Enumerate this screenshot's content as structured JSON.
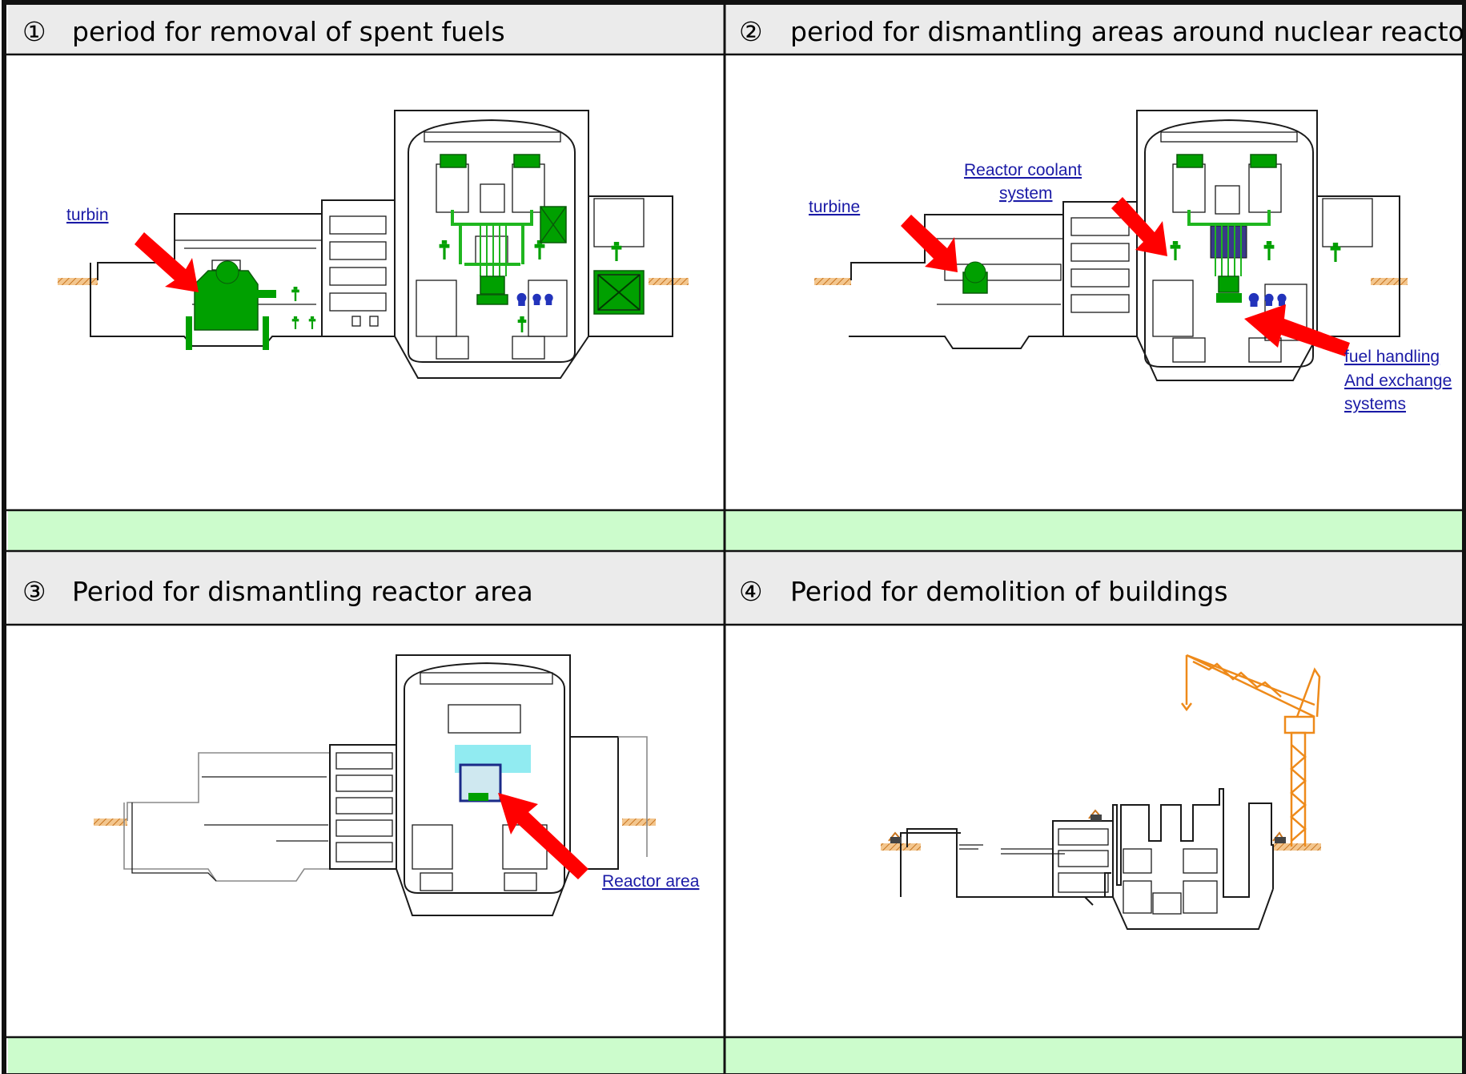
{
  "colors": {
    "green_band": "#ccfccc",
    "header_bg": "#ebebeb",
    "equipment_green": "#00a000",
    "arrow_red": "#ff0000",
    "link_blue": "#1a1aa6",
    "ground_hatch": "#d88a3c",
    "crane_orange": "#ee8a1a",
    "pool_cyan": "#7ee8ee"
  },
  "panels": [
    {
      "number": "①",
      "title": "period for removal of spent fuels",
      "labels": [
        "turbin"
      ]
    },
    {
      "number": "②",
      "title": "period for dismantling areas around nuclear reactor",
      "labels": [
        "turbine",
        "Reactor coolant",
        "system",
        "fuel handling",
        "And exchange",
        "systems"
      ]
    },
    {
      "number": "③",
      "title": "Period for dismantling reactor area",
      "labels": [
        "Reactor area"
      ]
    },
    {
      "number": "④",
      "title": "Period for demolition of buildings",
      "labels": []
    }
  ]
}
